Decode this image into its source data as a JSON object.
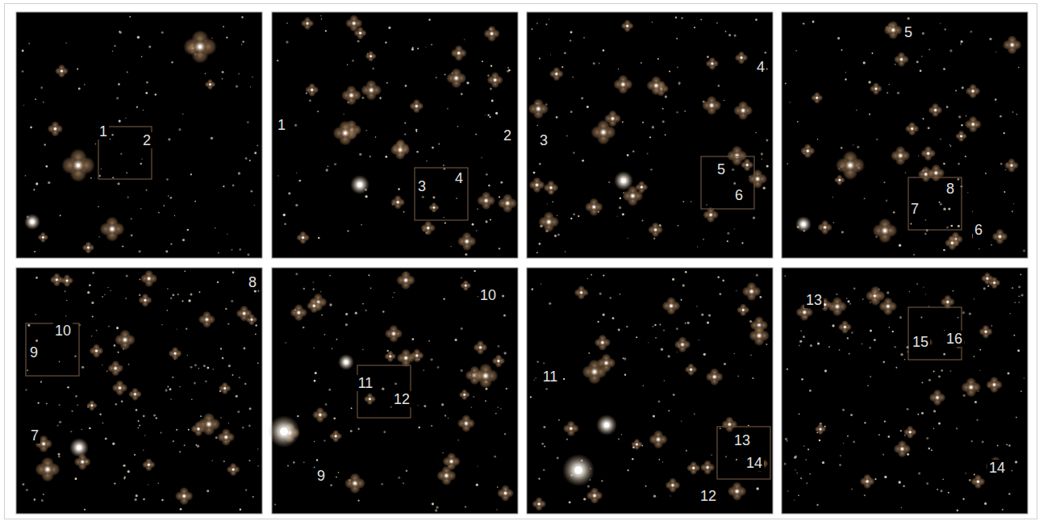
{
  "diagram": {
    "labels": [
      "1",
      "2",
      "1",
      "2",
      "3",
      "4",
      "3",
      "4",
      "5",
      "6",
      "5",
      "7",
      "8",
      "6",
      "8",
      "10",
      "9",
      "7",
      "10",
      "11",
      "12",
      "9",
      "11",
      "13",
      "14",
      "12",
      "13",
      "15",
      "16",
      "14"
    ]
  }
}
